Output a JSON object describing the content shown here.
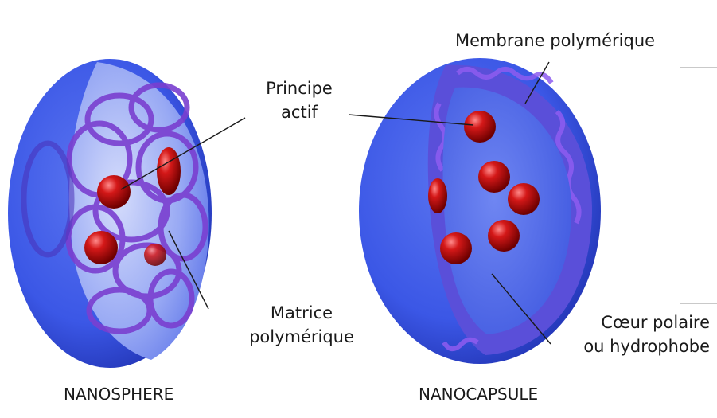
{
  "labels": {
    "principe_actif_line1": "Principe",
    "principe_actif_line2": "actif",
    "membrane": "Membrane polymérique",
    "matrice_line1": "Matrice",
    "matrice_line2": "polymérique",
    "coeur_line1": "Cœur polaire",
    "coeur_line2": "ou hydrophobe",
    "nanosphere": "NANOSPHERE",
    "nanocapsule": "NANOCAPSULE"
  },
  "colors": {
    "shell_blue": "#3b57e6",
    "inner_blue": "#6f86f2",
    "polymer_purple": "#7a3fd0",
    "drug_red": "#c01010"
  }
}
